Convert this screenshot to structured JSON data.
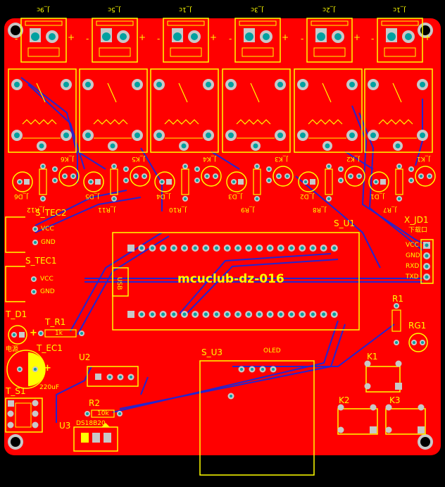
{
  "colors": {
    "board": "#ff0000",
    "silk": "#ffff00",
    "trace": "#2222cc",
    "pad_ring": "#b0b0b0",
    "pad_hole": "#00a0a0",
    "bg": "#000000"
  },
  "board": {
    "title": "mcuclub-dz-016"
  },
  "connectors_top": [
    {
      "label": "J_9c",
      "plus": "+",
      "minus": "-"
    },
    {
      "label": "J_5c",
      "plus": "+",
      "minus": "-"
    },
    {
      "label": "J_1c",
      "plus": "+",
      "minus": "-"
    },
    {
      "label": "J_3c",
      "plus": "+",
      "minus": "-"
    },
    {
      "label": "J_2c",
      "plus": "+",
      "minus": "-"
    },
    {
      "label": "J_1c",
      "plus": "+",
      "minus": "-"
    }
  ],
  "relay_labels": [
    "J_K6",
    "J_K5",
    "J_K4",
    "J_K3",
    "J_K2",
    "J_K1"
  ],
  "led_labels": [
    "J_D6",
    "J_D5",
    "J_D4",
    "J_D3",
    "J_D2",
    "J_D1"
  ],
  "res_labels": [
    "J_R12",
    "J_R11",
    "J_R10",
    "J_R9",
    "J_R8",
    "J_R7"
  ],
  "modules": {
    "s_tec2": "S_TEC2",
    "s_tec1": "S_TEC1",
    "vcc": "VCC",
    "gnd": "GND",
    "s_u1": "S_U1",
    "usb": "USB",
    "x_jd1": "X_JD1",
    "jd_vcc": "VCC",
    "jd_gnd": "GND",
    "jd_rxd": "RXD",
    "jd_txd": "TXD",
    "jd_note": "下载口",
    "t_d1": "T_D1",
    "t_r1": "T_R1",
    "t_ec1": "T_EC1",
    "ec_value": "220uF",
    "ec_note": "电源",
    "t_s1": "T_S1",
    "u2": "U2",
    "u3": "U3",
    "ds18b20": "DS18B20",
    "r2": "R2",
    "r2_value": "10k",
    "tr1_value": "1k",
    "s_u3": "S_U3",
    "oled": "OLED",
    "r1": "R1",
    "rg1": "RG1",
    "k1": "K1",
    "k2": "K2",
    "k3": "K3"
  }
}
